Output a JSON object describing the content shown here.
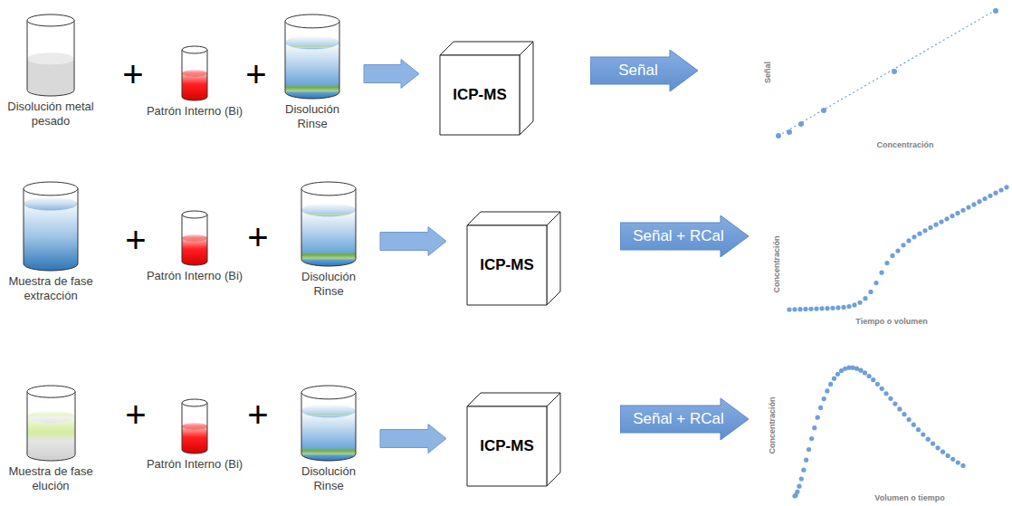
{
  "diagram": {
    "nodes": [
      {
        "text": [
          "Disolución metal pesado"
        ]
      },
      {
        "text": [
          "Patrón Interno (Bi)"
        ]
      },
      {
        "text": [
          "Disolución Rinse"
        ]
      },
      {
        "text": [
          "ICP-MS"
        ]
      },
      {
        "text": [
          "Señal"
        ]
      },
      {
        "text": [
          "Muestra de fase extracción"
        ]
      },
      {
        "text": [
          "Patrón Interno (Bi)"
        ]
      },
      {
        "text": [
          "Disolución Rinse"
        ]
      },
      {
        "text": [
          "ICP-MS"
        ]
      },
      {
        "text": [
          "Señal + RCal"
        ]
      },
      {
        "text": [
          "Muestra de fase elución"
        ]
      },
      {
        "text": [
          "Patrón Interno (Bi)"
        ]
      },
      {
        "text": [
          "Disolución Rinse"
        ]
      },
      {
        "text": [
          "ICP-MS"
        ]
      },
      {
        "text": [
          "Señal + RCal"
        ]
      }
    ],
    "edges": [
      {
        "from": 2,
        "to": 3,
        "arrow": "to"
      },
      {
        "from": 7,
        "to": 8,
        "arrow": "to"
      },
      {
        "from": 12,
        "to": 13,
        "arrow": "to"
      }
    ],
    "labels": [
      "+",
      "+",
      "Señal",
      "Concentración",
      "+",
      "+",
      "Concentración",
      "Tiempo o volumen",
      "+",
      "+",
      "Concentración",
      "Volumen o tiempo"
    ]
  }
}
